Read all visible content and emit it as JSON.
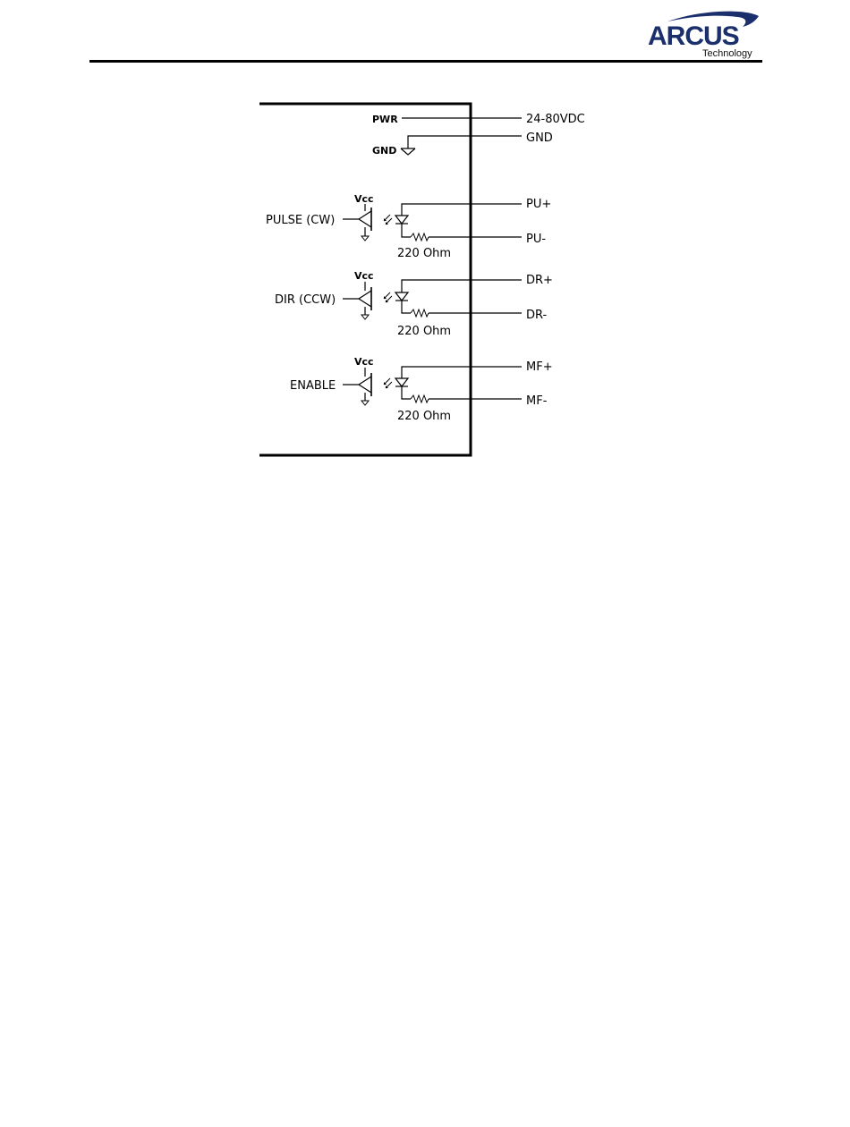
{
  "header": {
    "logo_text": "ARCUS",
    "logo_subtext": "Technology",
    "logo_color": "#1a2f6b"
  },
  "diagram": {
    "power": {
      "pin_label": "PWR",
      "terminal_label": "24-80VDC"
    },
    "ground": {
      "pin_label": "GND",
      "terminal_label": "GND"
    },
    "inputs": [
      {
        "signal_label": "PULSE (CW)",
        "vcc_label": "Vcc",
        "plus_label": "PU+",
        "minus_label": "PU-",
        "resistor_label": "220 Ohm"
      },
      {
        "signal_label": "DIR (CCW)",
        "vcc_label": "Vcc",
        "plus_label": "DR+",
        "minus_label": "DR-",
        "resistor_label": "220 Ohm"
      },
      {
        "signal_label": "ENABLE",
        "vcc_label": "Vcc",
        "plus_label": "MF+",
        "minus_label": "MF-",
        "resistor_label": "220 Ohm"
      }
    ]
  }
}
